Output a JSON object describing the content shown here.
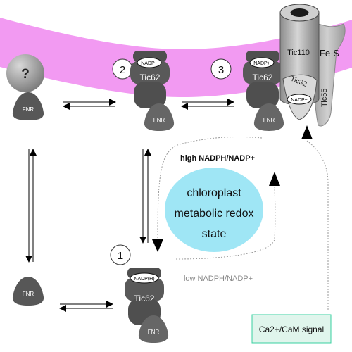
{
  "unknown_protein": {
    "label": "?"
  },
  "fnr": {
    "label": "FNR"
  },
  "tic62": {
    "label": "Tic62"
  },
  "nadp_ox": {
    "label": "NADP+"
  },
  "nadp_h": {
    "label": "NADP(H)"
  },
  "tic110": {
    "label": "Tic110"
  },
  "tic32": {
    "label": "Tic32"
  },
  "tic55": {
    "label": "Tic55"
  },
  "fe_s": {
    "label": "Fe-S"
  },
  "states": {
    "s1": "1",
    "s2": "2",
    "s3": "3"
  },
  "high_ratio": {
    "label": "high NADPH/NADP+"
  },
  "low_ratio": {
    "label": "low NADPH/NADP+"
  },
  "redox_state": {
    "line1": "chloroplast",
    "line2": "metabolic redox",
    "line3": "state"
  },
  "signal": {
    "label": "Ca2+/CaM signal"
  },
  "colors": {
    "membrane": "#f29af2",
    "protein_dark": "#555555",
    "protein_mid": "#6e6e6e",
    "protein_light": "#bdbdbd",
    "redox_ellipse": "#9fe6f5",
    "signal_box": "#e0f5ec",
    "signal_border": "#38d0a0"
  }
}
